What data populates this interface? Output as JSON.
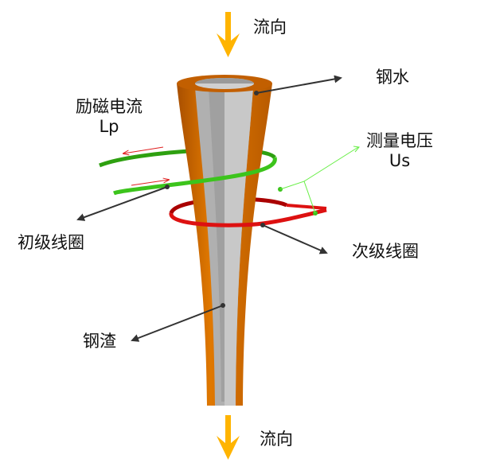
{
  "labels": {
    "flow_top": "流向",
    "flow_bottom": "流向",
    "molten_steel": "钢水",
    "excitation_current": "励磁电流",
    "excitation_symbol": "Lp",
    "measured_voltage": "测量电压",
    "voltage_symbol": "Us",
    "primary_coil": "初级线圈",
    "secondary_coil": "次级线圈",
    "slag": "钢渣"
  },
  "colors": {
    "flow_arrow": "#ffb400",
    "nozzle": "#d86e00",
    "nozzle_dark": "#a84f00",
    "core": "#b4b4b4",
    "primary_coil": "#3cc41c",
    "secondary_coil": "#dd1111",
    "pointer": "#333333"
  }
}
